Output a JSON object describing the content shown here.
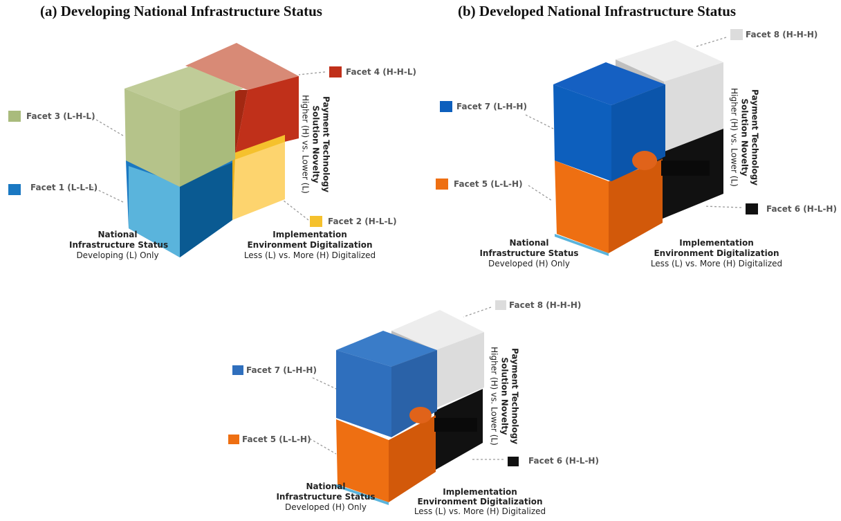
{
  "panel_a": {
    "title": "(a) Developing National Infrastructure Status",
    "facets": {
      "f1": {
        "label": "Facet 1 (L-L-L)",
        "color": "#1a78c2"
      },
      "f2": {
        "label": "Facet 2 (H-L-L)",
        "color": "#f5c12d"
      },
      "f3": {
        "label": "Facet 3 (L-H-L)",
        "color": "#a9bb7c"
      },
      "f4": {
        "label": "Facet 4 (H-H-L)",
        "color": "#c0301a"
      }
    },
    "axis_left": {
      "title_l1": "National",
      "title_l2": "Infrastructure Status",
      "value": "Developing (L) Only"
    },
    "axis_right": {
      "title_l1": "Implementation",
      "title_l2": "Environment Digitalization",
      "value": "Less (L) vs. More (H) Digitalized"
    },
    "axis_vertical": {
      "title_l1": "Payment Technology",
      "title_l2": "Solution Novelty",
      "value": "Higher (H) vs. Lower (L)"
    }
  },
  "panel_b": {
    "title": "(b) Developed National Infrastructure Status",
    "facets": {
      "f5": {
        "label": "Facet 5 (L-L-H)",
        "color": "#ee6f12"
      },
      "f6": {
        "label": "Facet 6 (H-L-H)",
        "color": "#111111"
      },
      "f7": {
        "label": "Facet 7 (L-H-H)",
        "color": "#0d5fbd"
      },
      "f8": {
        "label": "Facet 8 (H-H-H)",
        "color": "#dcdcdc"
      }
    },
    "axis_left": {
      "title_l1": "National",
      "title_l2": "Infrastructure Status",
      "value": "Developed (H) Only"
    },
    "axis_right": {
      "title_l1": "Implementation",
      "title_l2": "Environment Digitalization",
      "value": "Less (L) vs. More (H) Digitalized"
    },
    "axis_vertical": {
      "title_l1": "Payment Technology",
      "title_l2": "Solution Novelty",
      "value": "Higher (H) vs. Lower (L)"
    }
  },
  "panel_c": {
    "facets": {
      "f5": {
        "label": "Facet 5 (L-L-H)",
        "color": "#ee6f12"
      },
      "f6": {
        "label": "Facet 6 (H-L-H)",
        "color": "#111111"
      },
      "f7": {
        "label": "Facet 7 (L-H-H)",
        "color": "#2f6fbd"
      },
      "f8": {
        "label": "Facet 8 (H-H-H)",
        "color": "#dcdcdc"
      }
    },
    "axis_left": {
      "title_l1": "National",
      "title_l2": "Infrastructure Status",
      "value": "Developed (H) Only"
    },
    "axis_right": {
      "title_l1": "Implementation",
      "title_l2": "Environment Digitalization",
      "value": "Less (L) vs. More (H) Digitalized"
    },
    "axis_vertical": {
      "title_l1": "Payment Technology",
      "title_l2": "Solution Novelty",
      "value": "Higher (H) vs. Lower (L)"
    }
  }
}
